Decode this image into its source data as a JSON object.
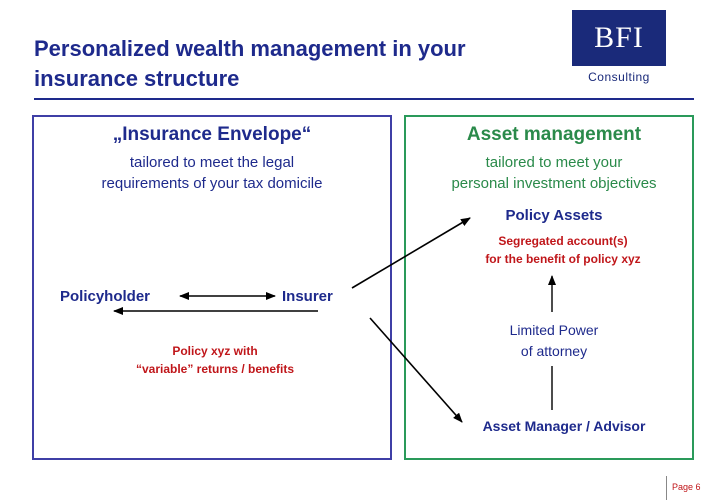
{
  "header": {
    "title": "Personalized wealth management in your insurance structure",
    "logo_text": "BFI",
    "logo_sub": "Consulting"
  },
  "left_box": {
    "title": "„Insurance Envelope“",
    "subtitle_line1": "tailored to meet the legal",
    "subtitle_line2": "requirements of your tax domicile",
    "policyholder": "Policyholder",
    "insurer": "Insurer",
    "policy_line1": "Policy xyz with",
    "policy_line2": "“variable” returns / benefits"
  },
  "right_box": {
    "title": "Asset management",
    "subtitle_line1": "tailored to meet your",
    "subtitle_line2": "personal investment objectives",
    "policy_assets": "Policy Assets",
    "segregated_line1": "Segregated account(s)",
    "segregated_line2": "for the benefit of policy xyz",
    "limited_power_line1": "Limited Power",
    "limited_power_line2": "of attorney",
    "asset_manager": "Asset Manager / Advisor"
  },
  "footer": {
    "page": "Page 6"
  },
  "colors": {
    "navy": "#1e2a8c",
    "green": "#2a8a4a",
    "red": "#c0161a"
  }
}
